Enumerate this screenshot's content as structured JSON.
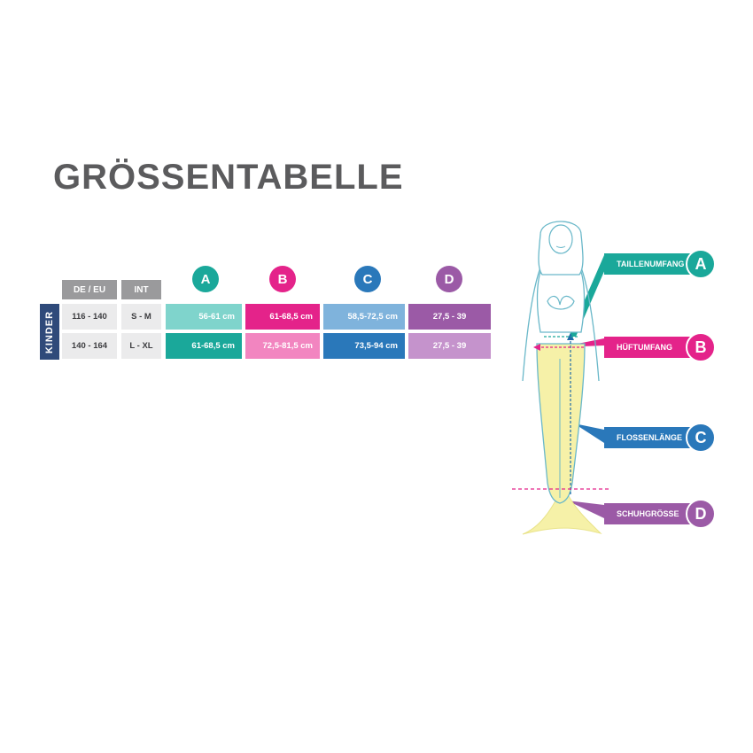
{
  "title": "GRÖSSENTABELLE",
  "table": {
    "headers": {
      "de_eu": "DE / EU",
      "int": "INT"
    },
    "group_label": "KINDER",
    "columns": [
      {
        "letter": "A",
        "color": "#1aa89a",
        "light": "#7fd4cc"
      },
      {
        "letter": "B",
        "color": "#e4238a",
        "light": "#f285c0"
      },
      {
        "letter": "C",
        "color": "#2a78ba",
        "light": "#7fb3dc"
      },
      {
        "letter": "D",
        "color": "#9b5aa6",
        "light": "#c593cc"
      }
    ],
    "rows": [
      {
        "de_eu": "116 - 140",
        "int": "S - M",
        "a": "56-61 cm",
        "b": "61-68,5 cm",
        "c": "58,5-72,5 cm",
        "d": "27,5 - 39"
      },
      {
        "de_eu": "140 - 164",
        "int": "L - XL",
        "a": "61-68,5 cm",
        "b": "72,5-81,5 cm",
        "c": "73,5-94 cm",
        "d": "27,5 - 39"
      }
    ]
  },
  "callouts": [
    {
      "label": "TAILLENUMFANG",
      "letter": "A"
    },
    {
      "label": "HÜFTUMFANG",
      "letter": "B"
    },
    {
      "label": "FLOSSENLÄNGE",
      "letter": "C"
    },
    {
      "label": "SCHUHGRÖSSE",
      "letter": "D"
    }
  ]
}
